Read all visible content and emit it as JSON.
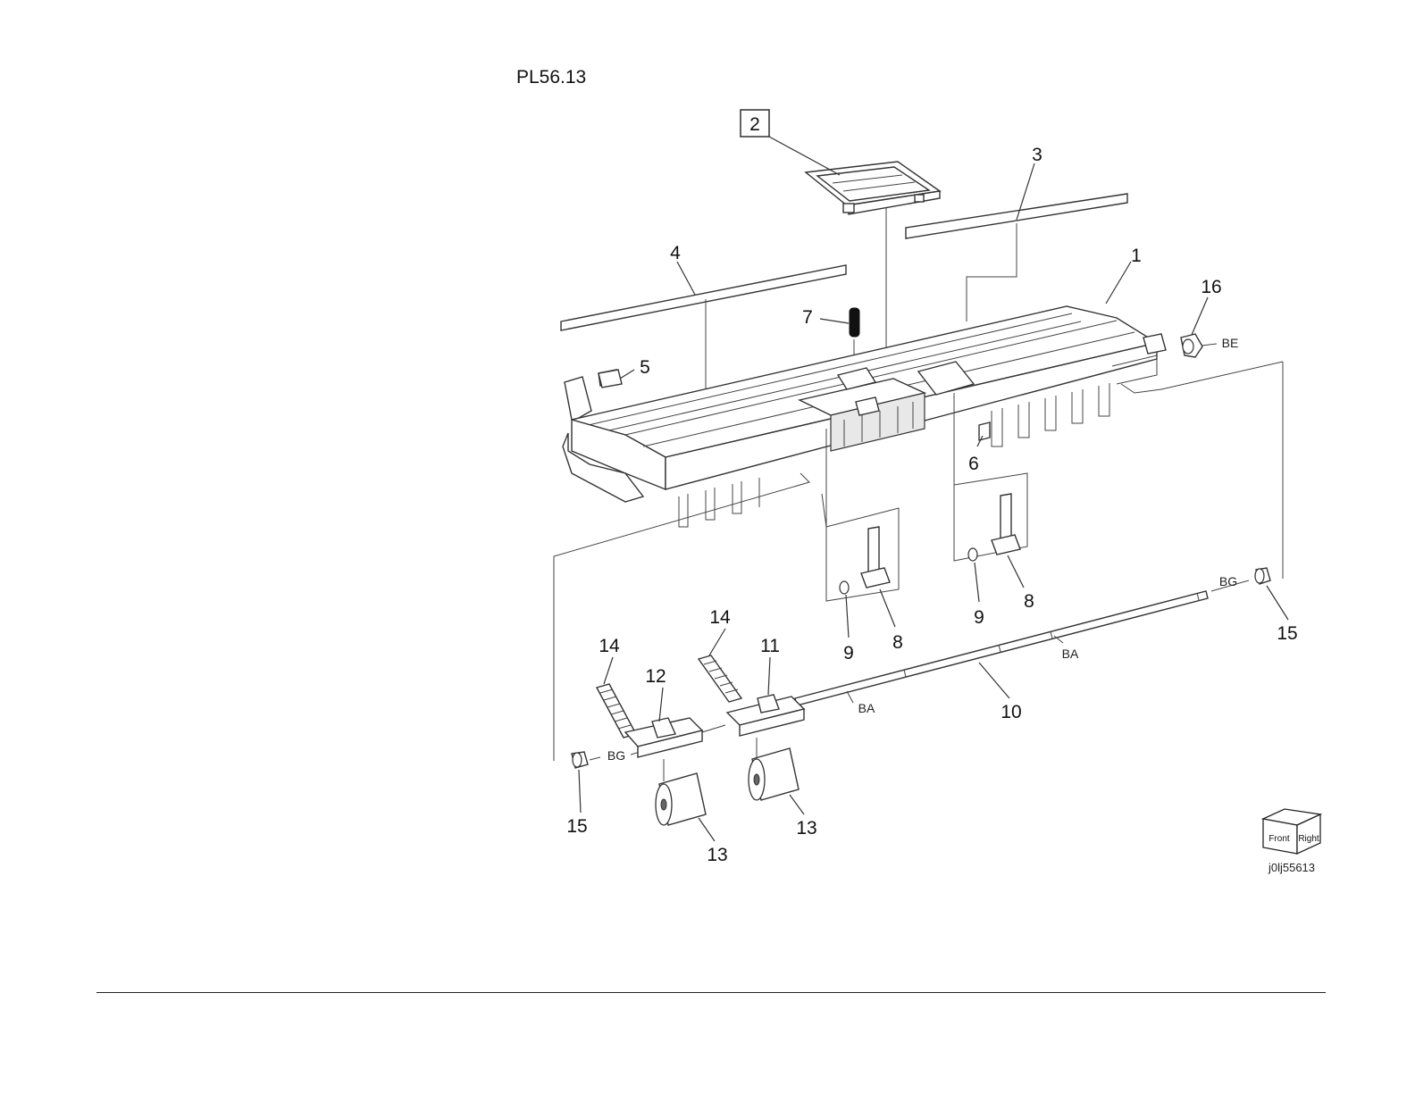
{
  "plate_id": "PL56.13",
  "image_id": "j0lj55613",
  "orientation_cube": {
    "front_label": "Front",
    "right_label": "Right"
  },
  "callouts": [
    {
      "id": "c1",
      "label": "1"
    },
    {
      "id": "c2",
      "label": "2",
      "boxed": true
    },
    {
      "id": "c3",
      "label": "3"
    },
    {
      "id": "c4",
      "label": "4"
    },
    {
      "id": "c5",
      "label": "5"
    },
    {
      "id": "c6",
      "label": "6"
    },
    {
      "id": "c7",
      "label": "7"
    },
    {
      "id": "c8a",
      "label": "8"
    },
    {
      "id": "c8b",
      "label": "8"
    },
    {
      "id": "c9a",
      "label": "9"
    },
    {
      "id": "c9b",
      "label": "9"
    },
    {
      "id": "c10",
      "label": "10"
    },
    {
      "id": "c11",
      "label": "11"
    },
    {
      "id": "c12",
      "label": "12"
    },
    {
      "id": "c13a",
      "label": "13"
    },
    {
      "id": "c13b",
      "label": "13"
    },
    {
      "id": "c14a",
      "label": "14"
    },
    {
      "id": "c14b",
      "label": "14"
    },
    {
      "id": "c15a",
      "label": "15"
    },
    {
      "id": "c15b",
      "label": "15"
    },
    {
      "id": "c16",
      "label": "16"
    }
  ],
  "codes": [
    {
      "id": "be",
      "label": "BE"
    },
    {
      "id": "bg1",
      "label": "BG"
    },
    {
      "id": "bg2",
      "label": "BG"
    },
    {
      "id": "ba1",
      "label": "BA"
    },
    {
      "id": "ba2",
      "label": "BA"
    }
  ],
  "colors": {
    "line": "#333333",
    "fill": "#ffffff",
    "shade": "#e8e8e8"
  }
}
